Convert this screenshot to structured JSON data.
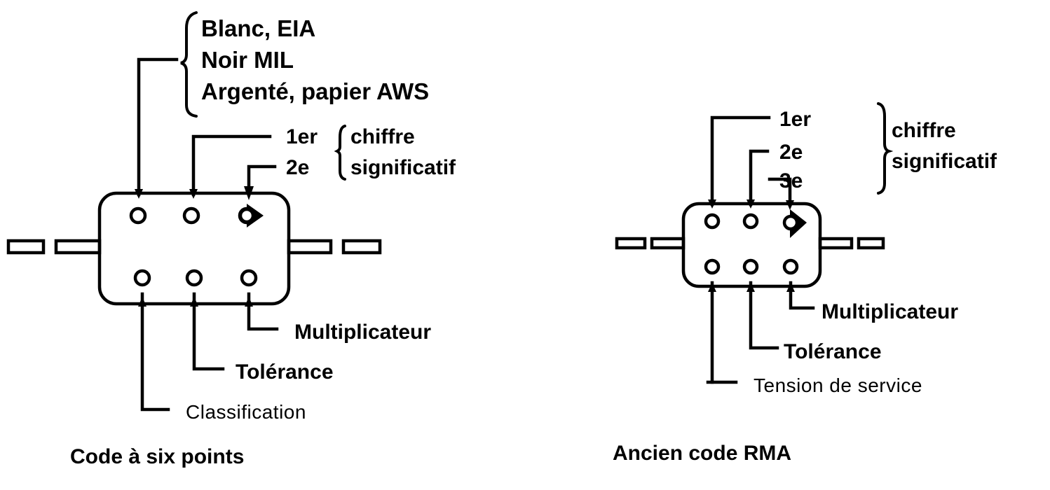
{
  "diagrams": [
    {
      "id": "six-dot",
      "caption": "Code à six points",
      "top_group": {
        "lines": [
          "Blanc, EIA",
          "Noir MIL",
          "Argenté, papier AWS"
        ]
      },
      "digits": [
        "1er",
        "2e"
      ],
      "digit_group_label": [
        "chiffre",
        "significatif"
      ],
      "bottom_labels": [
        "Multiplicateur",
        "Tolérance",
        "Classification"
      ]
    },
    {
      "id": "rma",
      "caption": "Ancien code RMA",
      "digits": [
        "1er",
        "2e",
        "3e"
      ],
      "digit_group_label": [
        "chiffre",
        "significatif"
      ],
      "bottom_labels": [
        "Multiplicateur",
        "Tolérance",
        "Tension de service"
      ]
    }
  ],
  "colors": {
    "ink": "#000000",
    "paper": "#ffffff"
  }
}
